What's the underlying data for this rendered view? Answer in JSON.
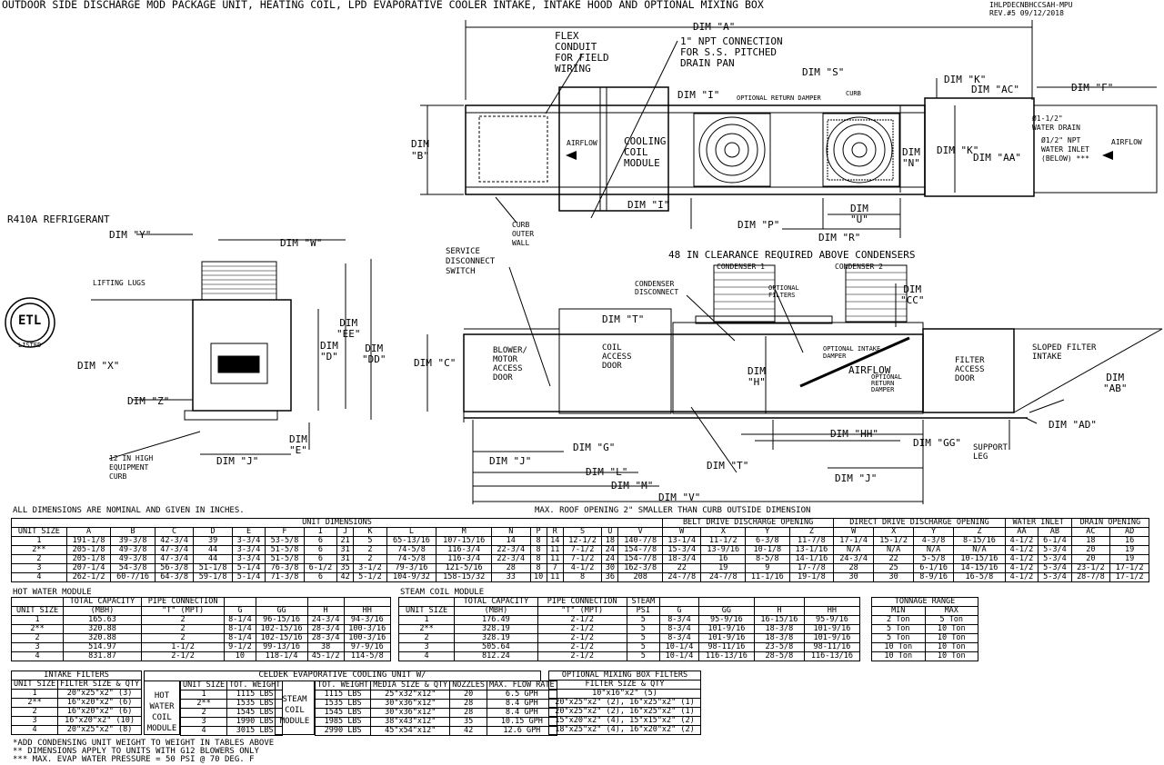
{
  "title": "OUTDOOR SIDE DISCHARGE MOD PACKAGE UNIT, HEATING COIL, LPD EVAPORATIVE COOLER INTAKE, INTAKE HOOD AND OPTIONAL MIXING BOX",
  "drawing_id": "IHLPDECNBHCCSAH-MPU",
  "revision": "REV.#5  09/12/2018",
  "refrigerant": "R410A REFRIGERANT",
  "etl_mark": "ETL",
  "etl_sub": "LISTED",
  "top_view": {
    "labels": {
      "dim_a": "DIM \"A\"",
      "flex": [
        "FLEX",
        "CONDUIT",
        "FOR FIELD",
        "WIRING"
      ],
      "npt": [
        "1\" NPT CONNECTION",
        "FOR S.S. PITCHED",
        "DRAIN PAN"
      ],
      "dim_s": "DIM \"S\"",
      "dim_k": "DIM \"K\"",
      "dim_ac": "DIM \"AC\"",
      "dim_f": "DIM \"F\"",
      "dim_b": [
        "DIM",
        "\"B\""
      ],
      "dim_i_top": "DIM \"I\"",
      "opt_return_damper": "OPTIONAL RETURN DAMPER",
      "curb_lbl": "CURB",
      "airflow_left": "AIRFLOW",
      "cooling": [
        "COOLING",
        "COIL",
        "MODULE"
      ],
      "dim_n": [
        "DIM",
        "\"N\""
      ],
      "dim_k2": "DIM \"K\"",
      "dim_aa": "DIM \"AA\"",
      "water_drain": [
        "Ø1-1/2\"",
        "WATER DRAIN"
      ],
      "water_inlet": [
        "Ø1/2\" NPT",
        "WATER INLET",
        "(BELOW) ***"
      ],
      "airflow_right": "AIRFLOW",
      "dim_i_bot": "DIM \"I\"",
      "curb_outer": [
        "CURB",
        "OUTER",
        "WALL"
      ],
      "dim_p": "DIM \"P\"",
      "dim_u": [
        "DIM",
        "\"U\""
      ],
      "dim_r": "DIM \"R\""
    }
  },
  "end_view": {
    "labels": {
      "dim_y": "DIM \"Y\"",
      "dim_w": "DIM \"W\"",
      "lifting_lugs": "LIFTING LUGS",
      "dim_x": "DIM \"X\"",
      "dim_z": "DIM \"Z\"",
      "dim_d": [
        "DIM",
        "\"D\""
      ],
      "dim_ee": [
        "DIM",
        "\"EE\""
      ],
      "dim_dd": [
        "DIM",
        "\"DD\""
      ],
      "dim_e": [
        "DIM",
        "\"E\""
      ],
      "curb": [
        "12 IN HIGH",
        "EQUIPMENT",
        "CURB"
      ],
      "dim_j": "DIM \"J\""
    }
  },
  "side_view": {
    "labels": {
      "clearance": "48 IN CLEARANCE REQUIRED ABOVE CONDENSERS",
      "service": [
        "SERVICE",
        "DISCONNECT",
        "SWITCH"
      ],
      "cond_disc": [
        "CONDENSER",
        "DISCONNECT"
      ],
      "condenser1": "CONDENSER 1",
      "condenser2": "CONDENSER 2",
      "opt_filters": [
        "OPTIONAL",
        "FILTERS"
      ],
      "dim_cc": [
        "DIM",
        "\"CC\""
      ],
      "dim_c": "DIM \"C\"",
      "blower": [
        "BLOWER/",
        "MOTOR",
        "ACCESS",
        "DOOR"
      ],
      "dim_t_top": "DIM \"T\"",
      "coil": [
        "COIL",
        "ACCESS",
        "DOOR"
      ],
      "dim_h": [
        "DIM",
        "\"H\""
      ],
      "opt_intake": [
        "OPTIONAL INTAKE",
        "DAMPER"
      ],
      "airflow": "AIRFLOW",
      "opt_return": [
        "OPTIONAL",
        "RETURN",
        "DAMPER"
      ],
      "filter": [
        "FILTER",
        "ACCESS",
        "DOOR"
      ],
      "sloped": [
        "SLOPED FILTER",
        "INTAKE"
      ],
      "dim_ab": [
        "DIM",
        "\"AB\""
      ],
      "dim_ad": "DIM \"AD\"",
      "dim_hh": "DIM \"HH\"",
      "dim_gg": "DIM \"GG\"",
      "support": [
        "SUPPORT",
        "LEG"
      ],
      "dim_g": "DIM \"G\"",
      "dim_j": "DIM \"J\"",
      "dim_l": "DIM \"L\"",
      "dim_m": "DIM \"M\"",
      "dim_t_bot": "DIM \"T\"",
      "dim_j2": "DIM \"J\"",
      "dim_v": "DIM \"V\""
    }
  },
  "notes": {
    "nominal": "ALL DIMENSIONS ARE NOMINAL AND GIVEN IN INCHES.",
    "roof": "MAX. ROOF OPENING 2\" SMALLER THAN CURB OUTSIDE DIMENSION",
    "footnotes": [
      "*ADD CONDENSING UNIT WEIGHT TO WEIGHT IN TABLES ABOVE",
      "** DIMENSIONS APPLY TO UNITS WITH G12 BLOWERS ONLY",
      "*** MAX. EVAP WATER PRESSURE = 50 PSI @ 70 DEG. F"
    ]
  },
  "unit_dimensions": {
    "title": "UNIT DIMENSIONS",
    "group_belt": "BELT DRIVE DISCHARGE OPENING",
    "group_direct": "DIRECT DRIVE DISCHARGE OPENING",
    "group_water": "WATER INLET",
    "group_drain": "DRAIN OPENING",
    "headers": [
      "UNIT SIZE",
      "A",
      "B",
      "C",
      "D",
      "E",
      "F",
      "I",
      "J",
      "K",
      "L",
      "M",
      "N",
      "P",
      "R",
      "S",
      "U",
      "V",
      "W",
      "X",
      "Y",
      "Z",
      "W",
      "X",
      "Y",
      "Z",
      "AA",
      "AB",
      "AC",
      "AD"
    ],
    "rows": [
      [
        "1",
        "191-1/8",
        "39-3/8",
        "42-3/4",
        "39",
        "3-3/4",
        "53-5/8",
        "6",
        "21",
        "5",
        "65-13/16",
        "107-15/16",
        "14",
        "8",
        "14",
        "12-1/2",
        "18",
        "140-7/8",
        "13-1/4",
        "11-1/2",
        "6-3/8",
        "11-7/8",
        "17-1/4",
        "15-1/2",
        "4-3/8",
        "8-15/16",
        "4-1/2",
        "6-1/4",
        "18",
        "16"
      ],
      [
        "2**",
        "205-1/8",
        "49-3/8",
        "47-3/4",
        "44",
        "3-3/4",
        "51-5/8",
        "6",
        "31",
        "2",
        "74-5/8",
        "116-3/4",
        "22-3/4",
        "8",
        "11",
        "7-1/2",
        "24",
        "154-7/8",
        "15-3/4",
        "13-9/16",
        "10-1/8",
        "13-1/16",
        "N/A",
        "N/A",
        "N/A",
        "N/A",
        "4-1/2",
        "5-3/4",
        "20",
        "19"
      ],
      [
        "2",
        "205-1/8",
        "49-3/8",
        "47-3/4",
        "44",
        "3-3/4",
        "51-5/8",
        "6",
        "31",
        "2",
        "74-5/8",
        "116-3/4",
        "22-3/4",
        "8",
        "11",
        "7-1/2",
        "24",
        "154-7/8",
        "18-3/4",
        "16",
        "8-5/8",
        "14-1/16",
        "24-3/4",
        "22",
        "5-5/8",
        "10-15/16",
        "4-1/2",
        "5-3/4",
        "20",
        "19"
      ],
      [
        "3",
        "207-1/4",
        "54-3/8",
        "56-3/8",
        "51-1/8",
        "5-1/4",
        "76-3/8",
        "6-1/2",
        "35",
        "3-1/2",
        "79-3/16",
        "121-5/16",
        "28",
        "8",
        "7",
        "4-1/2",
        "30",
        "162-3/8",
        "22",
        "19",
        "9",
        "17-7/8",
        "28",
        "25",
        "6-1/16",
        "14-15/16",
        "4-1/2",
        "5-3/4",
        "23-1/2",
        "17-1/2"
      ],
      [
        "4",
        "262-1/2",
        "60-7/16",
        "64-3/8",
        "59-1/8",
        "5-1/4",
        "71-3/8",
        "6",
        "42",
        "5-1/2",
        "104-9/32",
        "158-15/32",
        "33",
        "10",
        "11",
        "8",
        "36",
        "208",
        "24-7/8",
        "24-7/8",
        "11-1/16",
        "19-1/8",
        "30",
        "30",
        "8-9/16",
        "16-5/8",
        "4-1/2",
        "5-3/4",
        "28-7/8",
        "17-1/2"
      ]
    ]
  },
  "hot_water": {
    "title": "HOT WATER MODULE",
    "headers1": [
      "",
      "TOTAL CAPACITY",
      "PIPE CONNECTION",
      "",
      "",
      "",
      ""
    ],
    "headers2": [
      "UNIT SIZE",
      "(MBH)",
      "\"T\" (MPT)",
      "G",
      "GG",
      "H",
      "HH"
    ],
    "rows": [
      [
        "1",
        "165.63",
        "2",
        "8-1/4",
        "96-15/16",
        "24-3/4",
        "94-3/16"
      ],
      [
        "2**",
        "320.88",
        "2",
        "8-1/4",
        "102-15/16",
        "28-3/4",
        "100-3/16"
      ],
      [
        "2",
        "320.88",
        "2",
        "8-1/4",
        "102-15/16",
        "28-3/4",
        "100-3/16"
      ],
      [
        "3",
        "514.97",
        "1-1/2",
        "9-1/2",
        "99-13/16",
        "38",
        "97-9/16"
      ],
      [
        "4",
        "831.87",
        "2-1/2",
        "10",
        "118-1/4",
        "45-1/2",
        "114-5/8"
      ]
    ]
  },
  "steam": {
    "title": "STEAM COIL MODULE",
    "headers1": [
      "",
      "TOTAL CAPACITY",
      "PIPE CONNECTION",
      "STEAM",
      "",
      "",
      "",
      ""
    ],
    "headers2": [
      "UNIT SIZE",
      "(MBH)",
      "\"T\" (MPT)",
      "PSI",
      "G",
      "GG",
      "H",
      "HH"
    ],
    "rows": [
      [
        "1",
        "176.49",
        "2-1/2",
        "5",
        "8-3/4",
        "95-9/16",
        "16-15/16",
        "95-9/16"
      ],
      [
        "2**",
        "328.19",
        "2-1/2",
        "5",
        "8-3/4",
        "101-9/16",
        "18-3/8",
        "101-9/16"
      ],
      [
        "2",
        "328.19",
        "2-1/2",
        "5",
        "8-3/4",
        "101-9/16",
        "18-3/8",
        "101-9/16"
      ],
      [
        "3",
        "505.64",
        "2-1/2",
        "5",
        "10-1/4",
        "98-11/16",
        "23-5/8",
        "98-11/16"
      ],
      [
        "4",
        "812.24",
        "2-1/2",
        "5",
        "10-1/4",
        "116-13/16",
        "28-5/8",
        "116-13/16"
      ]
    ]
  },
  "tonnage": {
    "title": "TONNAGE RANGE",
    "headers": [
      "MIN",
      "MAX"
    ],
    "rows": [
      [
        "2 Ton",
        "5 Ton"
      ],
      [
        "5 Ton",
        "10 Ton"
      ],
      [
        "5 Ton",
        "10 Ton"
      ],
      [
        "10 Ton",
        "10 Ton"
      ],
      [
        "10 Ton",
        "10 Ton"
      ]
    ]
  },
  "intake_filters": {
    "title": "INTAKE FILTERS",
    "headers": [
      "UNIT SIZE",
      "FILTER SIZE & QTY"
    ],
    "rows": [
      [
        "1",
        "20\"x25\"x2\" (3)"
      ],
      [
        "2**",
        "16\"x20\"x2\" (6)"
      ],
      [
        "2",
        "16\"x20\"x2\" (6)"
      ],
      [
        "3",
        "16\"x20\"x2\" (10)"
      ],
      [
        "4",
        "20\"x25\"x2\" (8)"
      ]
    ]
  },
  "celdek": {
    "title": "CELDEK EVAPORATIVE COOLING UNIT W/",
    "hot_label": [
      "HOT",
      "WATER",
      "COIL",
      "MODULE"
    ],
    "steam_label": [
      "STEAM",
      "COIL",
      "MODULE"
    ],
    "headers": [
      "UNIT SIZE",
      "TOT. WEIGHT",
      "TOT. WEIGHT",
      "MEDIA SIZE & QTY",
      "NOZZLES",
      "MAX. FLOW RATE"
    ],
    "rows": [
      [
        "1",
        "1115 LBS",
        "1115 LBS",
        "25\"x32\"x12\"",
        "20",
        "6.5 GPH"
      ],
      [
        "2**",
        "1535 LBS",
        "1535 LBS",
        "30\"x36\"x12\"",
        "28",
        "8.4 GPH"
      ],
      [
        "2",
        "1545 LBS",
        "1545 LBS",
        "30\"x36\"x12\"",
        "28",
        "8.4 GPH"
      ],
      [
        "3",
        "1990 LBS",
        "1985 LBS",
        "38\"x43\"x12\"",
        "35",
        "10.15 GPH"
      ],
      [
        "4",
        "3015 LBS",
        "2990 LBS",
        "45\"x54\"x12\"",
        "42",
        "12.6 GPH"
      ]
    ]
  },
  "mixing_box": {
    "title": "OPTIONAL MIXING BOX FILTERS",
    "header": "FILTER SIZE & QTY",
    "rows": [
      "10\"x16\"x2\" (5)",
      "20\"x25\"x2\" (2), 16\"x25\"x2\" (1)",
      "20\"x25\"x2\" (2), 16\"x25\"x2\" (1)",
      "15\"x20\"x2\" (4), 15\"x15\"x2\" (2)",
      "18\"x25\"x2\" (4), 16\"x20\"x2\" (2)"
    ]
  }
}
